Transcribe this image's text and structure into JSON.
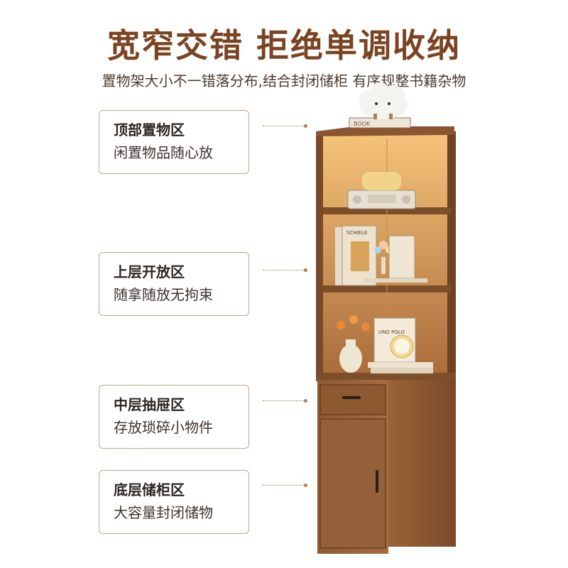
{
  "header": {
    "title": "宽窄交错 拒绝单调收纳",
    "subtitle": "置物架大小不一错落分布,结合封闭储柜 有序规整书籍杂物"
  },
  "zones": [
    {
      "title": "顶部置物区",
      "desc": "闲置物品随心放"
    },
    {
      "title": "上层开放区",
      "desc": "随拿随放无拘束"
    },
    {
      "title": "中层抽屉区",
      "desc": "存放琐碎小物件"
    },
    {
      "title": "底层储柜区",
      "desc": "大容量封闭储物"
    }
  ],
  "colors": {
    "accent": "#7a4321",
    "wood": "#8a5a35",
    "card_border": "#c8a488"
  },
  "decor_text": {
    "book_top": "BOOK",
    "book_shelf": "SCHIELE",
    "book_lower": "UNO POLO"
  }
}
